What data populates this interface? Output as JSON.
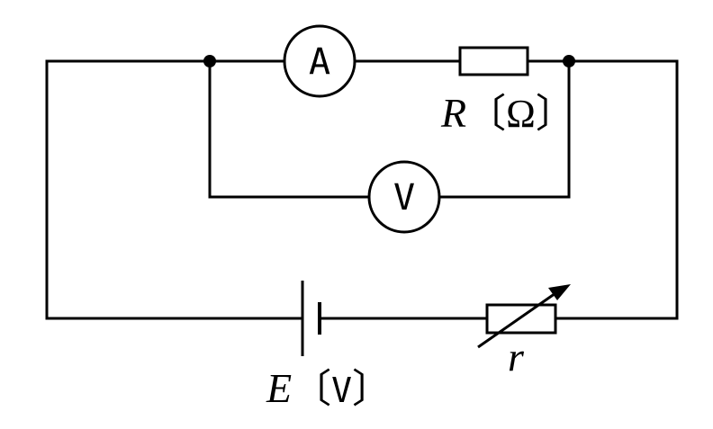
{
  "ammeter": {
    "symbol": "A"
  },
  "voltmeter": {
    "symbol": "V"
  },
  "resistor": {
    "symbol": "R",
    "unit": "Ω"
  },
  "battery": {
    "symbol": "E",
    "unit": "V"
  },
  "rheostat": {
    "symbol": "r"
  },
  "brackets": {
    "open": "〔",
    "close": "〕"
  },
  "colors": {
    "line": "#000000",
    "background": "#ffffff"
  }
}
